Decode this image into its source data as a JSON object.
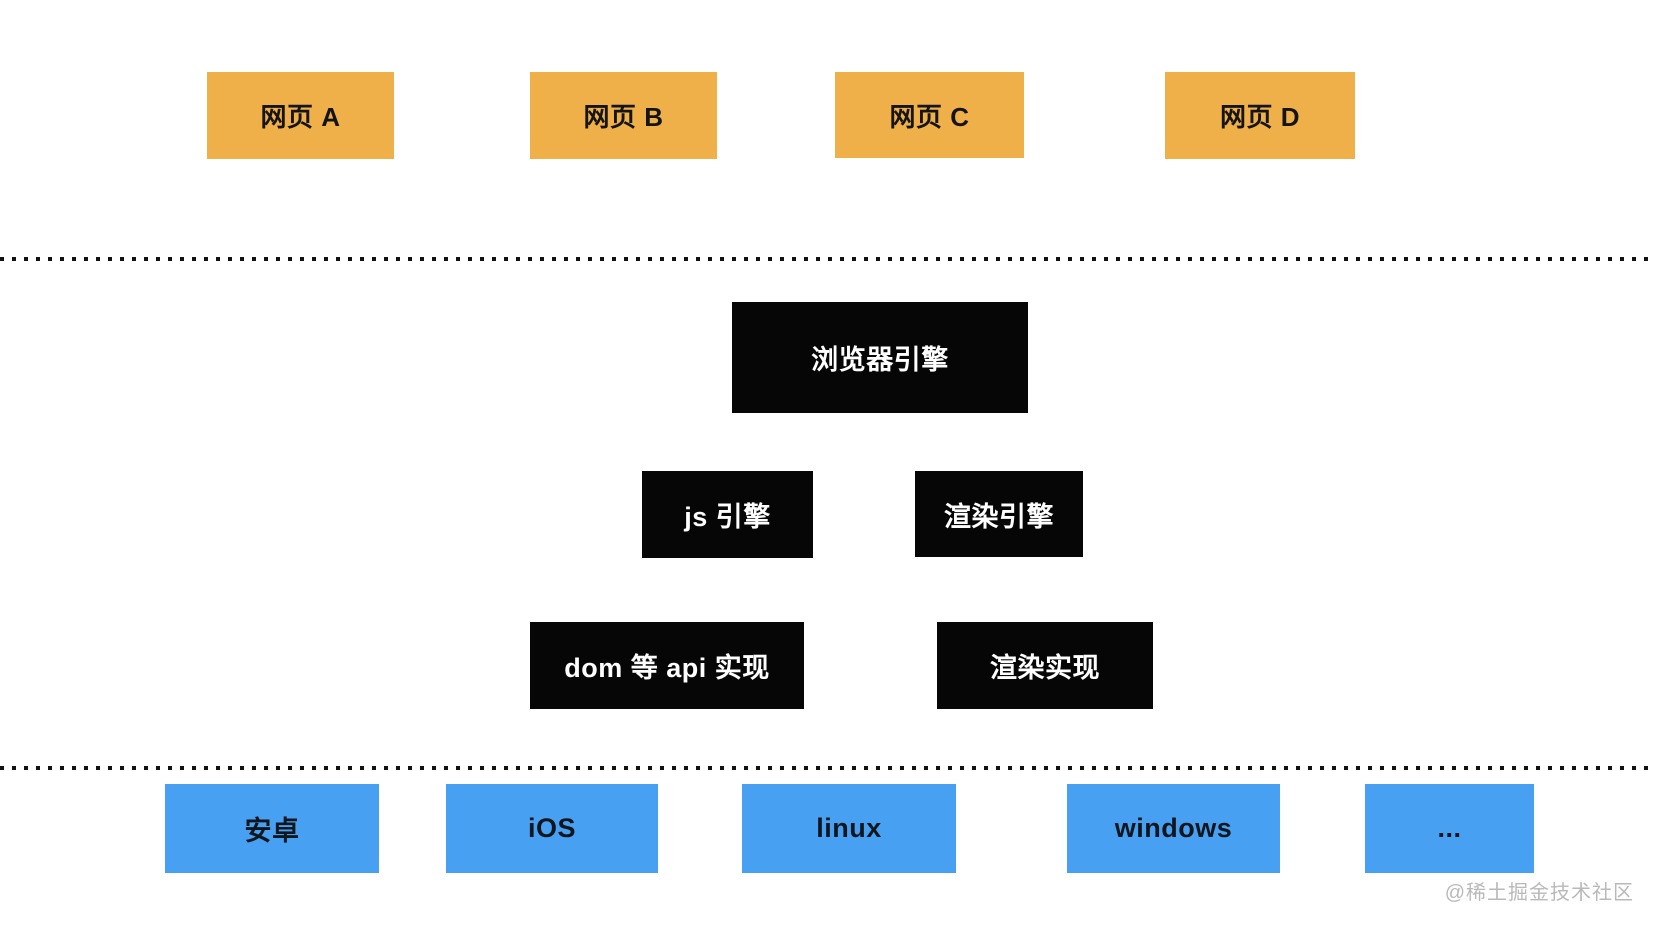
{
  "diagram": {
    "layers": {
      "webpages": {
        "color": "#efb04a",
        "text_color": "#141414",
        "items": [
          {
            "label": "网页 A"
          },
          {
            "label": "网页 B"
          },
          {
            "label": "网页 C"
          },
          {
            "label": "网页 D"
          }
        ]
      },
      "browser": {
        "color": "#060606",
        "text_color": "#ffffff",
        "engine_label": "浏览器引擎",
        "js_engine_label": "js 引擎",
        "render_engine_label": "渲染引擎",
        "dom_api_label": "dom 等 api 实现",
        "render_impl_label": "渲染实现"
      },
      "os": {
        "color": "#47a0f1",
        "text_color": "#10161d",
        "items": [
          {
            "label": "安卓"
          },
          {
            "label": "iOS"
          },
          {
            "label": "linux"
          },
          {
            "label": "windows"
          },
          {
            "label": "..."
          }
        ]
      }
    },
    "separator_style": "dotted",
    "watermark": {
      "text": "@稀土掘金技术社区",
      "color": "#b9b9b9"
    }
  }
}
